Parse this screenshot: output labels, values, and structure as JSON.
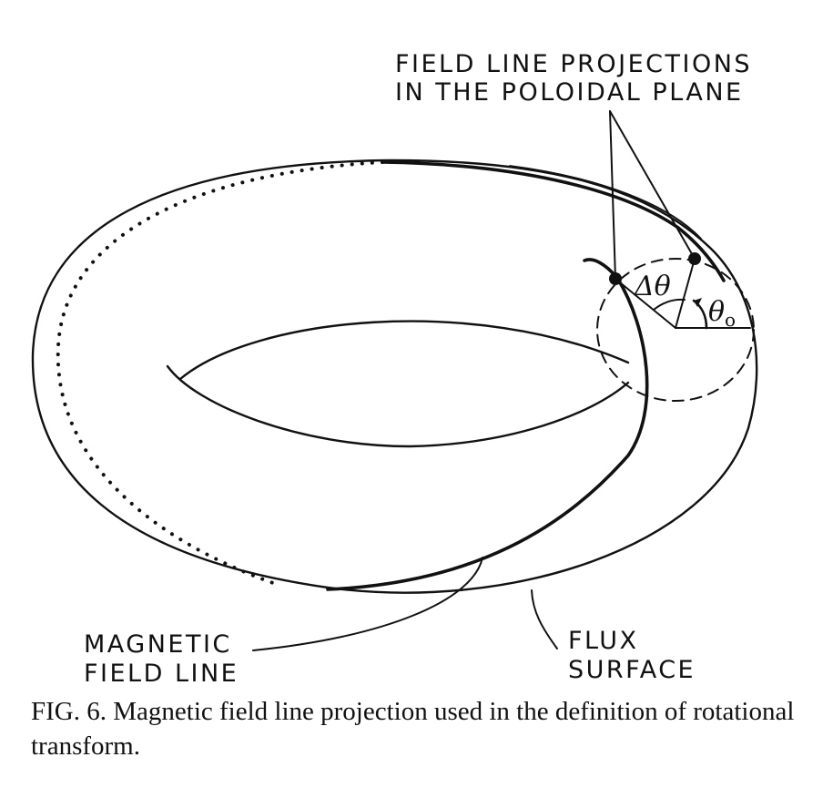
{
  "labels": {
    "projections_line1": "FIELD LINE PROJECTIONS",
    "projections_line2": "IN THE POLOIDAL PLANE",
    "magnetic_line1": "MAGNETIC",
    "magnetic_line2": "FIELD LINE",
    "flux_line1": "FLUX",
    "flux_line2": "SURFACE",
    "delta_theta": "Δθ",
    "theta": "θ",
    "theta_sub": "o"
  },
  "caption": {
    "fig_label": "FIG. 6.",
    "text": "Magnetic field line projection used in the definition of rotational transform."
  }
}
